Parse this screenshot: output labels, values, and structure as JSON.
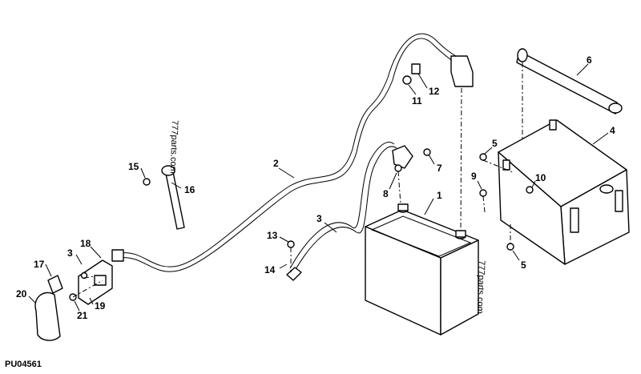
{
  "figure": {
    "code": "PU04561"
  },
  "watermarks": [
    "777parts.com",
    "777parts.com"
  ],
  "labels": {
    "l1": "1",
    "l2": "2",
    "l3a": "3",
    "l3b": "3",
    "l4": "4",
    "l5a": "5",
    "l5b": "5",
    "l6": "6",
    "l7": "7",
    "l8": "8",
    "l9": "9",
    "l10": "10",
    "l11": "11",
    "l12": "12",
    "l13": "13",
    "l14": "14",
    "l15": "15",
    "l16": "16",
    "l17": "17",
    "l18": "18",
    "l19": "19",
    "l20": "20",
    "l21": "21"
  }
}
